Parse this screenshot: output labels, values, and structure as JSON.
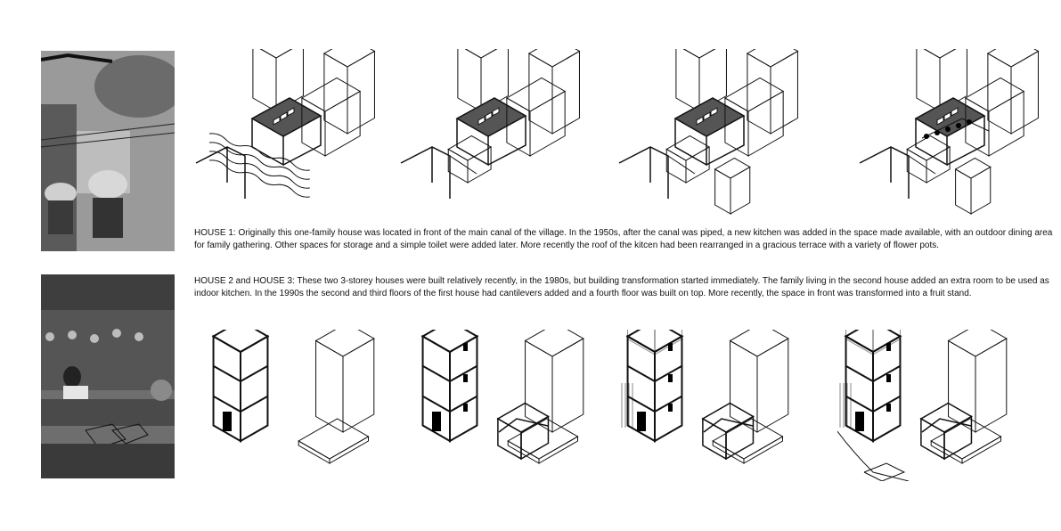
{
  "house1": {
    "lines": [
      "HOUSE 1: Originally this one-family house was located in front of the main canal of the village. In the 1950s, after the canal was piped, a new kitchen was added in the space made available, with an outdoor dining area",
      "for family gathering. Other spaces for storage and a simple toilet were added later. More recently the roof of the kitcen had been rearranged in a gracious terrace with a variety of flower pots."
    ]
  },
  "house23": {
    "lines": [
      "HOUSE 2 and HOUSE 3: These two 3-storey houses were built relatively recently, in the 1980s, but building transformation started immediately. The family living in the second house added an extra room to be used as",
      "indoor kitchen. In the 1990s the second and third floors of the first house had cantilevers added and a fourth floor was built on top. More recently, the space in front was transformed into a fruit stand."
    ]
  },
  "colors": {
    "ink": "#111111",
    "roof": "#555555",
    "photo": "#8a8a8a"
  }
}
